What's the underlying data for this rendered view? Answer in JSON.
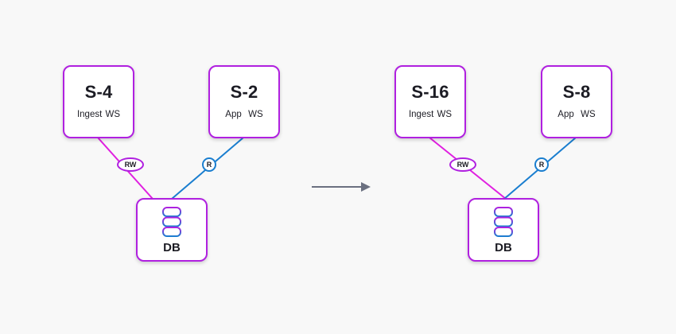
{
  "colors": {
    "read_write": "#e020e0",
    "read": "#1a7ecf",
    "node_border": "#b020e0",
    "arrow": "#6b7080",
    "background": "#f8f8f8"
  },
  "before": {
    "ingest": {
      "size": "S-4",
      "role": "Ingest WS"
    },
    "app": {
      "size": "S-2",
      "role": "App  WS"
    },
    "db": {
      "label": "DB",
      "icon": "database-icon"
    },
    "links": {
      "rw": "RW",
      "r": "R"
    }
  },
  "after": {
    "ingest": {
      "size": "S-16",
      "role": "Ingest WS"
    },
    "app": {
      "size": "S-8",
      "role": "App  WS"
    },
    "db": {
      "label": "DB",
      "icon": "database-icon"
    },
    "links": {
      "rw": "RW",
      "r": "R"
    }
  }
}
